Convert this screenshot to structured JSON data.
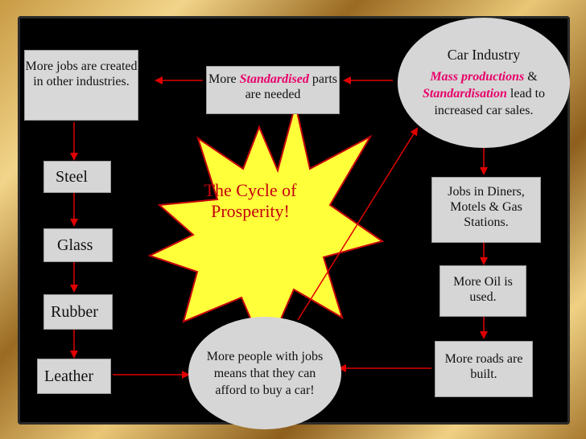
{
  "nodes": {
    "more_jobs": {
      "text": "More jobs are created in other industries."
    },
    "standardised": {
      "pre": "More ",
      "emph": "Standardised",
      "post": " parts are needed"
    },
    "car_industry": {
      "title": "Car Industry",
      "emph1": "Mass productions",
      "amp": " &",
      "emph2": "Standardisation",
      "post": " lead to increased car sales."
    },
    "steel": {
      "text": "Steel"
    },
    "glass": {
      "text": "Glass"
    },
    "rubber": {
      "text": "Rubber"
    },
    "leather": {
      "text": "Leather"
    },
    "center": {
      "text": "The Cycle of Prosperity!"
    },
    "jobs_diners": {
      "text": "Jobs in Diners, Motels & Gas Stations."
    },
    "more_oil": {
      "text": "More Oil is used."
    },
    "more_roads": {
      "text": "More roads are built."
    },
    "more_people": {
      "text": "More people with jobs means that they can afford to buy a car!"
    }
  },
  "colors": {
    "arrow": "#e00000",
    "box_fill": "#d6d6d6",
    "star_fill": "#ffff3a",
    "star_text": "#c4000c",
    "emphasis": "#e8006a"
  }
}
